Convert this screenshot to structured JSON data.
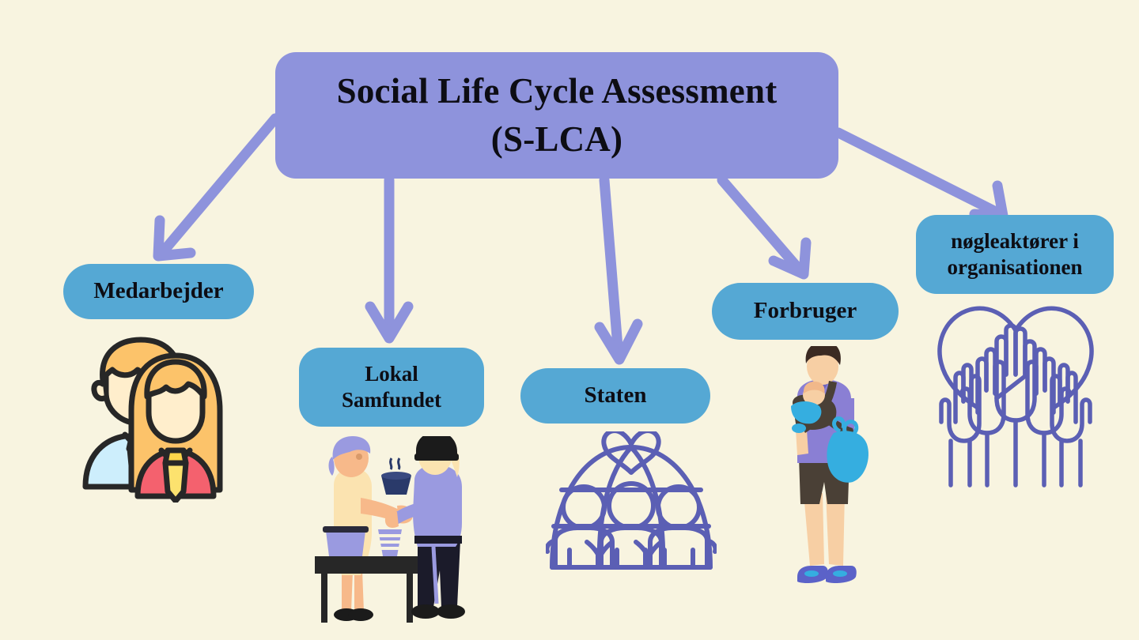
{
  "diagram": {
    "type": "hierarchy-tree",
    "background_color": "#f8f4e0",
    "root": {
      "label_line1": "Social Life Cycle Assessment",
      "label_line2": "(S-LCA)",
      "color": "#8e93dc"
    },
    "node_color": "#55a8d4",
    "arrow_color": "#8e93dc",
    "nodes": [
      {
        "id": "medarbejder",
        "label": "Medarbejder",
        "icon": "two-business-people-icon"
      },
      {
        "id": "lokalsamfundet",
        "label_line1": "Lokal",
        "label_line2": "Samfundet",
        "icon": "soup-kitchen-volunteer-icon"
      },
      {
        "id": "staten",
        "label": "Staten",
        "icon": "community-globe-heart-icon"
      },
      {
        "id": "forbruger",
        "label": "Forbruger",
        "icon": "parent-with-baby-shopping-icon"
      },
      {
        "id": "nogleaktorer",
        "label_line1": "nøgleaktører i",
        "label_line2": "organisationen",
        "icon": "raised-hands-heart-icon"
      }
    ],
    "edges": [
      {
        "from": "root",
        "to": "medarbejder"
      },
      {
        "from": "root",
        "to": "lokalsamfundet"
      },
      {
        "from": "root",
        "to": "staten"
      },
      {
        "from": "root",
        "to": "forbruger"
      },
      {
        "from": "root",
        "to": "nogleaktorer"
      }
    ]
  }
}
